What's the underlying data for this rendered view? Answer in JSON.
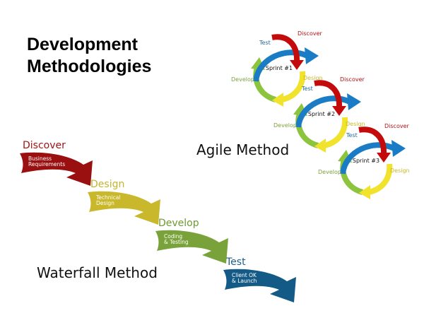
{
  "title": {
    "line1": "Development",
    "line2": "Methodologies"
  },
  "agile": {
    "label": "Agile Method",
    "sprints": [
      {
        "name": "Sprint #1"
      },
      {
        "name": "Sprint #2"
      },
      {
        "name": "Sprint #3"
      }
    ],
    "phases": {
      "discover": "Discover",
      "design": "Design",
      "develop": "Develop",
      "test": "Test"
    },
    "colors": {
      "discover": "#c40b0b",
      "test": "#1b7cc6",
      "design": "#f1e22b",
      "develop": "#8cc43e",
      "discover_text": "#b31212",
      "test_text": "#1e6a9e",
      "design_text": "#c9b92c",
      "develop_text": "#7ea23c"
    }
  },
  "waterfall": {
    "label": "Waterfall Method",
    "steps": [
      {
        "phase": "Discover",
        "line1": "Business",
        "line2": "Requirements",
        "color": "#9a0f10",
        "text_color": "#9a1414"
      },
      {
        "phase": "Design",
        "line1": "Technical",
        "line2": "Design",
        "color": "#c9b82b",
        "text_color": "#c4b42e"
      },
      {
        "phase": "Develop",
        "line1": "Coding",
        "line2": "& Testing",
        "color": "#79a33a",
        "text_color": "#6f9a33"
      },
      {
        "phase": "Test",
        "line1": "Client OK",
        "line2": "& Launch",
        "color": "#135b86",
        "text_color": "#1d5f8a"
      }
    ]
  }
}
